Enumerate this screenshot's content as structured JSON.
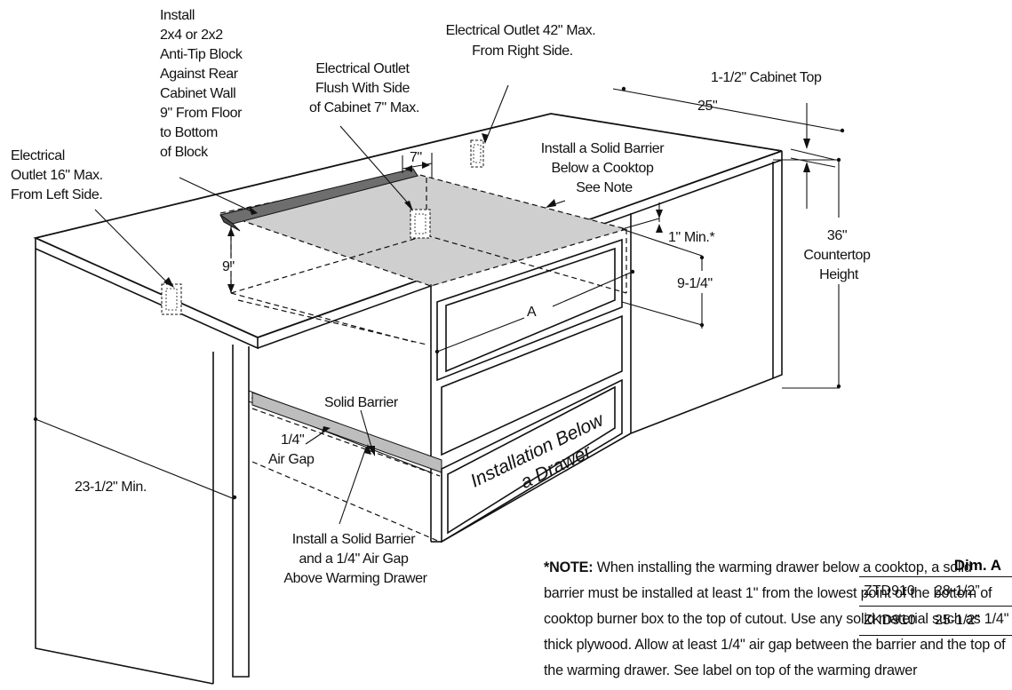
{
  "labels": {
    "anti_tip_block": [
      "Install",
      "2x4 or 2x2",
      "Anti-Tip Block",
      "Against Rear",
      "Cabinet Wall",
      "9\" From Floor",
      "to Bottom",
      "of Block"
    ],
    "outlet_right": [
      "Electrical Outlet 42\" Max.",
      "From Right Side."
    ],
    "outlet_flush": [
      "Electrical Outlet",
      "Flush With Side",
      "of Cabinet 7\" Max."
    ],
    "cabinet_top": "1-1/2\" Cabinet Top",
    "dim_25": "25\"",
    "outlet_left": [
      "Electrical",
      "Outlet 16\" Max.",
      "From Left Side."
    ],
    "dim_7": "7\"",
    "barrier_cooktop": [
      "Install a Solid Barrier",
      "Below a Cooktop",
      "See Note"
    ],
    "dim_1_min": "1\" Min.*",
    "countertop_height": [
      "36\"",
      "Countertop",
      "Height"
    ],
    "dim_9": "9\"",
    "dim_9_1_4": "9-1/4\"",
    "dim_a": "A",
    "solid_barrier": "Solid Barrier",
    "air_gap": [
      "1/4\"",
      "Air Gap"
    ],
    "installation_below": [
      "Installation Below",
      "a Drawer"
    ],
    "dim_23_1_2": "23-1/2\" Min.",
    "barrier_air_gap": [
      "Install a Solid Barrier",
      "and a 1/4\" Air Gap",
      "Above Warming Drawer"
    ]
  },
  "dimension_table": {
    "header": "Dim. A",
    "rows": [
      {
        "model": "ZTD910",
        "value": "28-1/2”"
      },
      {
        "model": "ZKD910",
        "value": "25-1/2”"
      }
    ]
  },
  "note": {
    "heading": "*NOTE:",
    "text": " When installing the warming drawer below a cooktop, a solid barrier must be installed at least 1\" from the lowest point of the bottom of cooktop burner box to the top of cutout. Use any solid material such as 1/4\" thick plywood. Allow at least 1/4\" air gap between the barrier and the top of the warming drawer. See label on top of the warming drawer"
  },
  "colors": {
    "line": "#111111",
    "cutout_fill": "#cfcfcf",
    "block_fill": "#6e6e6e",
    "barrier_fill": "#bdbdbd"
  }
}
